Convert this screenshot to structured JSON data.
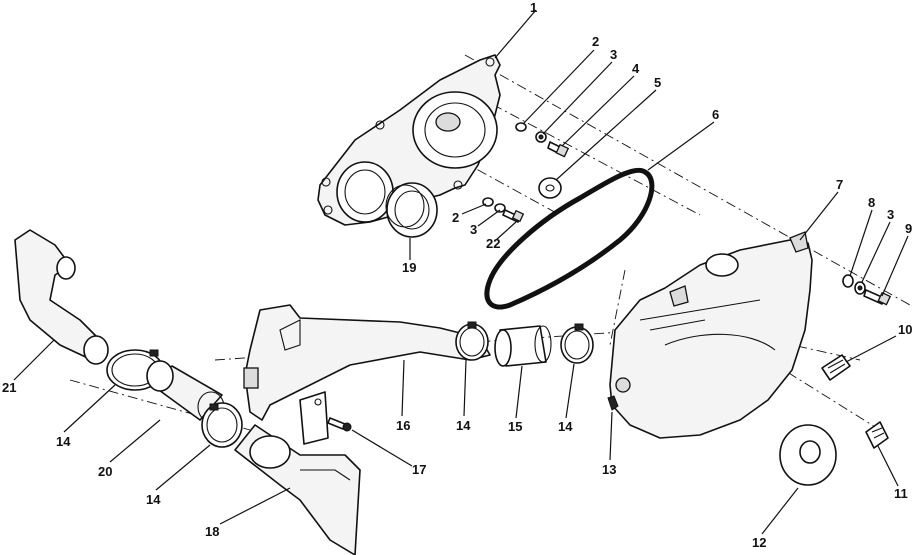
{
  "callouts": [
    {
      "key": "c1",
      "text": "1"
    },
    {
      "key": "c2a",
      "text": "2"
    },
    {
      "key": "c3a",
      "text": "3"
    },
    {
      "key": "c4",
      "text": "4"
    },
    {
      "key": "c5",
      "text": "5"
    },
    {
      "key": "c6",
      "text": "6"
    },
    {
      "key": "c7",
      "text": "7"
    },
    {
      "key": "c8",
      "text": "8"
    },
    {
      "key": "c3c",
      "text": "3"
    },
    {
      "key": "c9",
      "text": "9"
    },
    {
      "key": "c2b",
      "text": "2"
    },
    {
      "key": "c3b",
      "text": "3"
    },
    {
      "key": "c22",
      "text": "22"
    },
    {
      "key": "c19",
      "text": "19"
    },
    {
      "key": "c10",
      "text": "10"
    },
    {
      "key": "c21",
      "text": "21"
    },
    {
      "key": "c14a",
      "text": "14"
    },
    {
      "key": "c20",
      "text": "20"
    },
    {
      "key": "c14b",
      "text": "14"
    },
    {
      "key": "c16",
      "text": "16"
    },
    {
      "key": "c14c",
      "text": "14"
    },
    {
      "key": "c15",
      "text": "15"
    },
    {
      "key": "c14d",
      "text": "14"
    },
    {
      "key": "c17",
      "text": "17"
    },
    {
      "key": "c13",
      "text": "13"
    },
    {
      "key": "c11",
      "text": "11"
    },
    {
      "key": "c12",
      "text": "12"
    },
    {
      "key": "c18",
      "text": "18"
    }
  ]
}
